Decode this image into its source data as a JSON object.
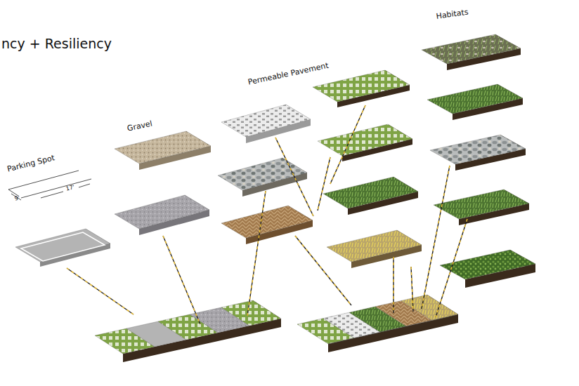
{
  "diagram": {
    "title": "ncy + Resiliency",
    "labels": [
      "Parking Spot",
      "9'",
      "17'",
      "Gravel",
      "Permeable Pavement",
      "Habitats"
    ]
  }
}
